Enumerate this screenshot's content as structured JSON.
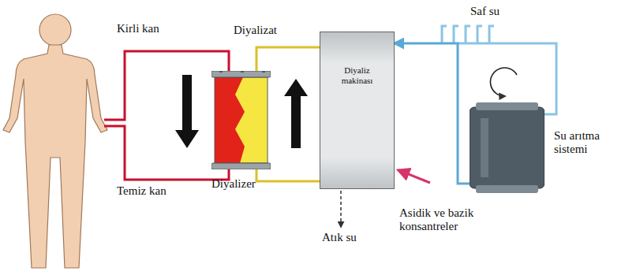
{
  "diagram": {
    "nodes": [
      {
        "text": [
          "Diyalizer"
        ]
      },
      {
        "text": [
          "Diyaliz makinası"
        ]
      },
      {
        "text": [
          "Su arıtma sistemi"
        ]
      }
    ],
    "edges": [
      {
        "from": 1,
        "to": 0,
        "arrow": "none",
        "label": "Diyalizat"
      },
      {
        "from": 2,
        "to": 1,
        "arrow": "to",
        "label": "Saf su"
      }
    ],
    "labels": [
      "Kirli kan",
      "Temiz kan",
      "Atık su",
      "Asidik ve bazik konsantreler"
    ]
  }
}
